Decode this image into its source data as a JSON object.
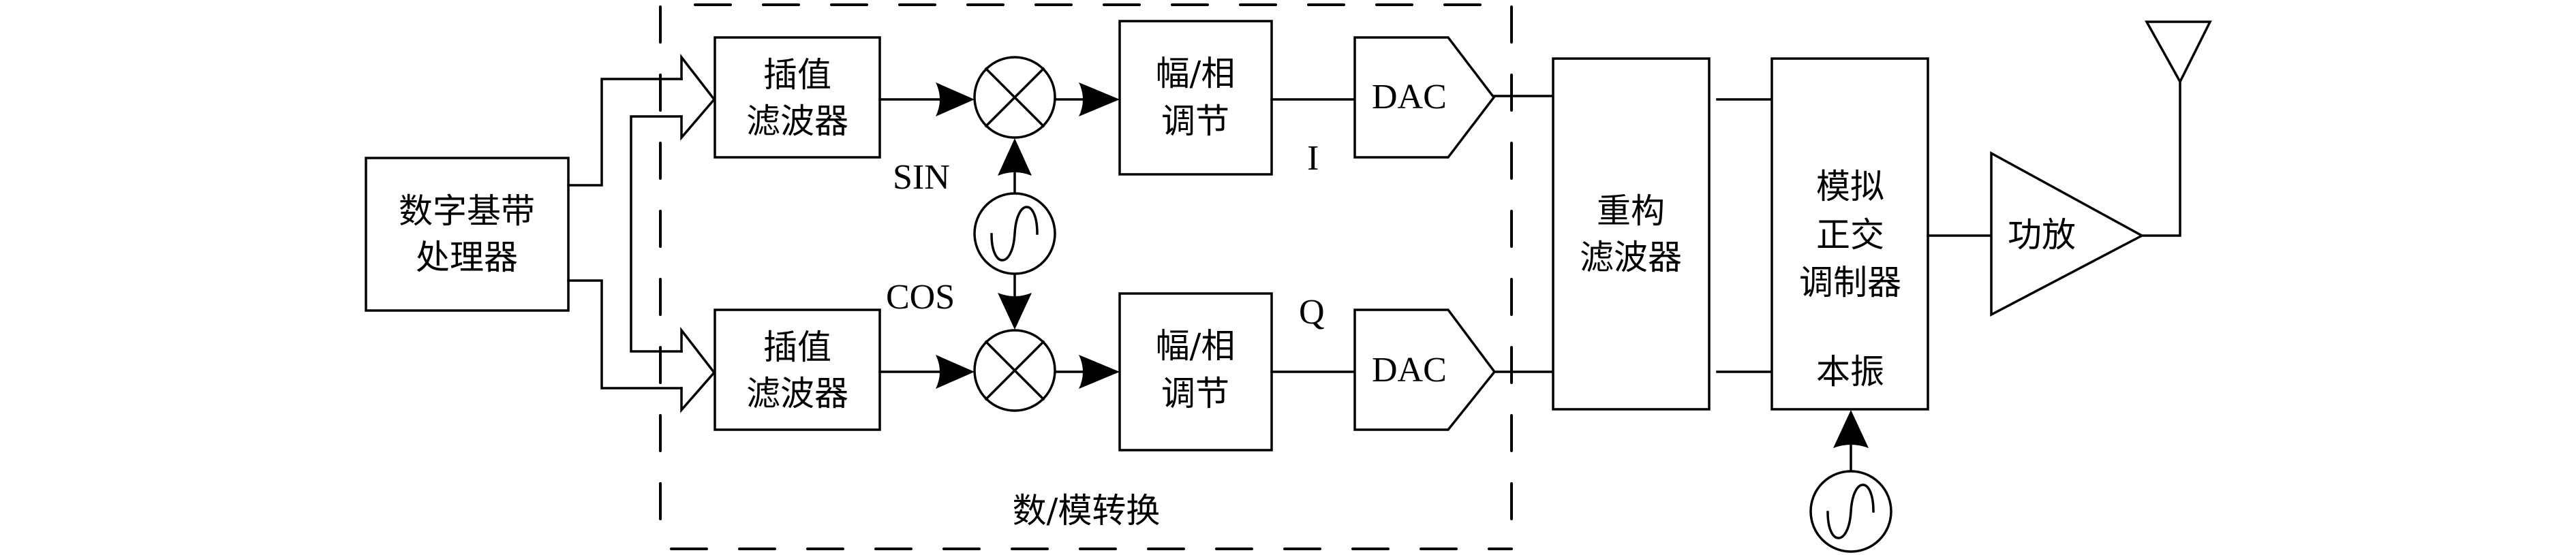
{
  "diagram": {
    "title_region_label": "数/模转换",
    "blocks": {
      "baseband_processor": {
        "lines": [
          "数字基带",
          "处理器"
        ]
      },
      "interp_filter_i": {
        "lines": [
          "插值",
          "滤波器"
        ]
      },
      "interp_filter_q": {
        "lines": [
          "插值",
          "滤波器"
        ]
      },
      "amp_phase_i": {
        "lines": [
          "幅/相",
          "调节"
        ]
      },
      "amp_phase_q": {
        "lines": [
          "幅/相",
          "调节"
        ]
      },
      "dac_i": {
        "label": "DAC"
      },
      "dac_q": {
        "label": "DAC"
      },
      "reconstruction_filter": {
        "lines": [
          "重构",
          "滤波器"
        ]
      },
      "quadrature_modulator": {
        "lines": [
          "模拟",
          "正交",
          "调制器"
        ],
        "lo_label": "本振"
      },
      "power_amplifier": {
        "label": "功放"
      }
    },
    "signal_labels": {
      "sin": "SIN",
      "cos": "COS",
      "i": "I",
      "q": "Q"
    },
    "symbols": {
      "mixer_i": "multiplier-icon",
      "mixer_q": "multiplier-icon",
      "nco": "oscillator-icon",
      "local_oscillator": "oscillator-icon",
      "antenna": "antenna-icon"
    },
    "colors": {
      "stroke": "#000000",
      "background": "#ffffff"
    }
  }
}
